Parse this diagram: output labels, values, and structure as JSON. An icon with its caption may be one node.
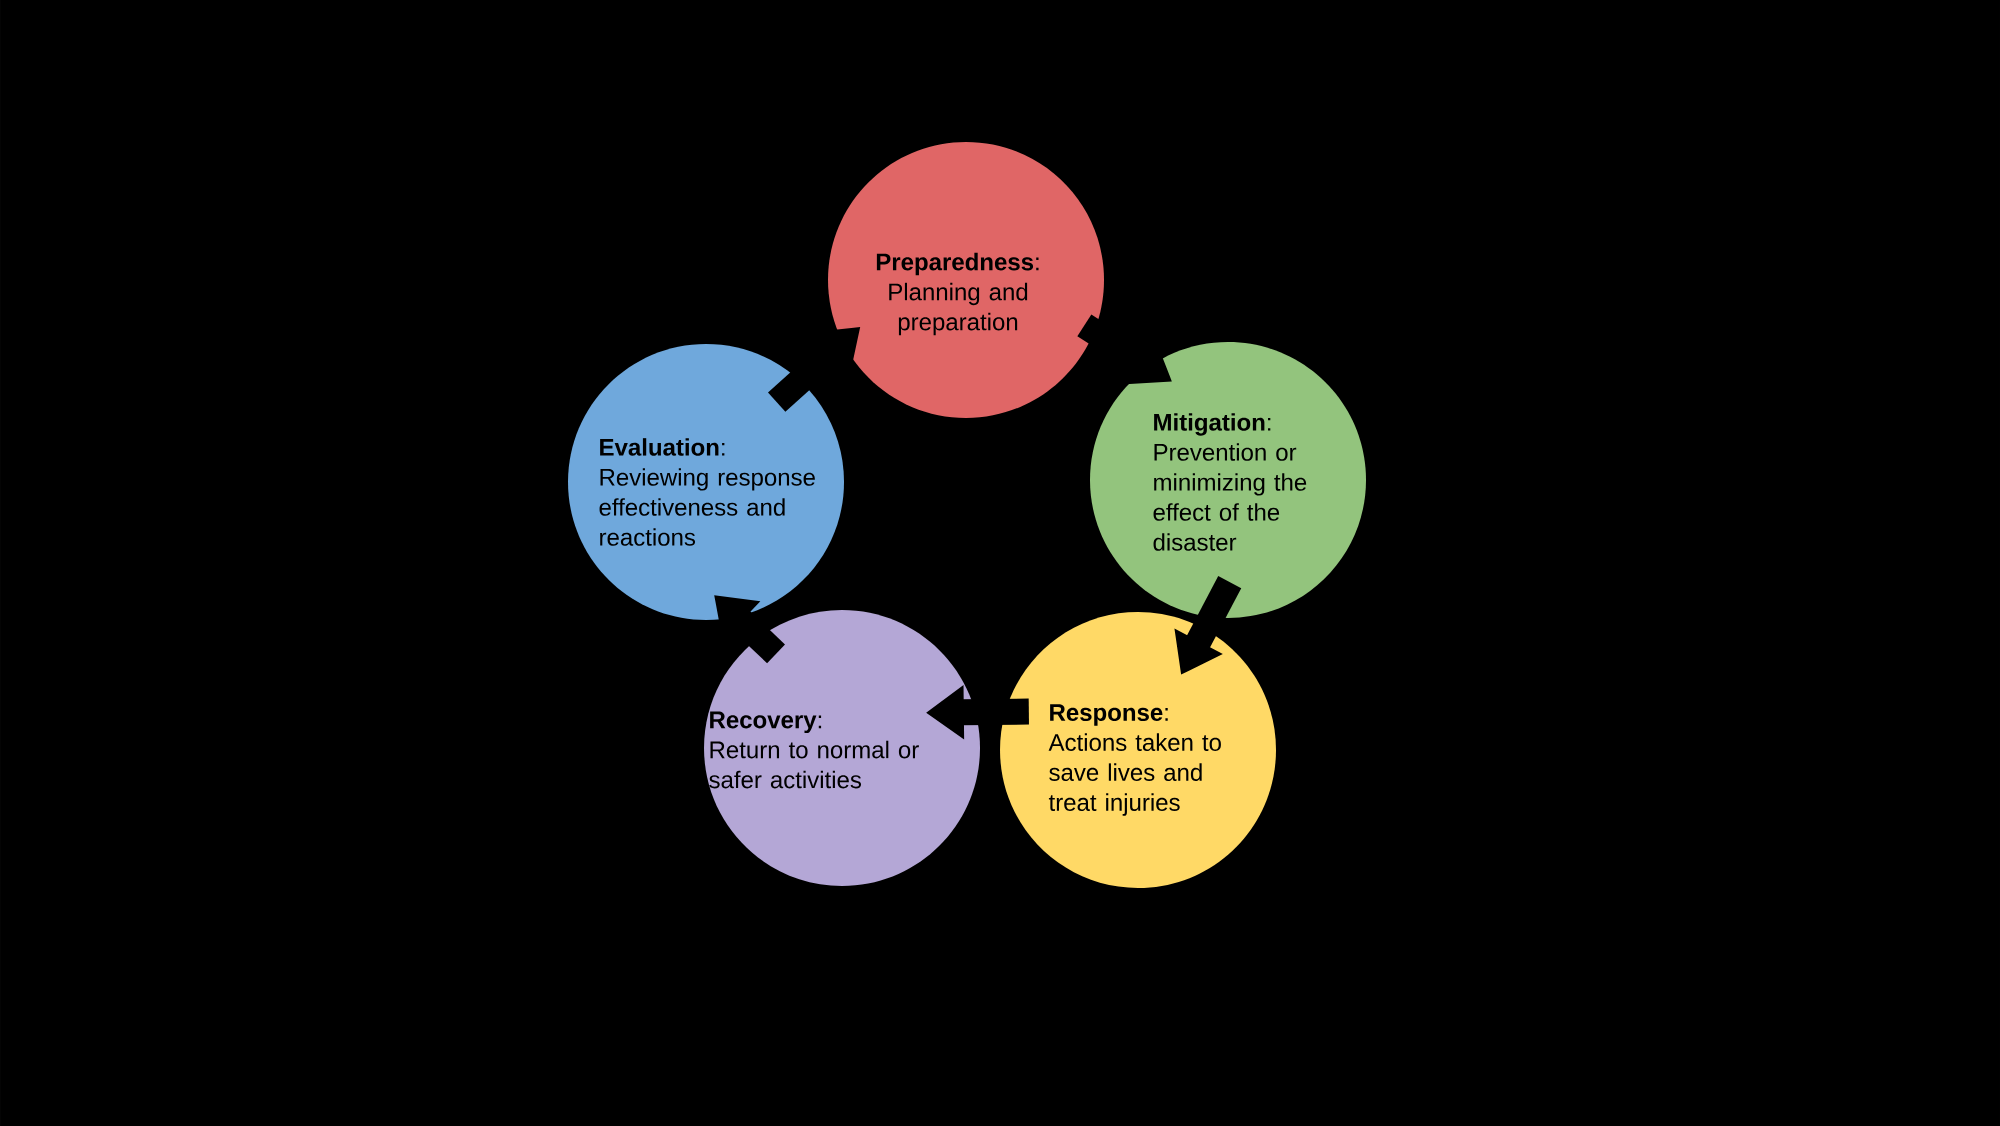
{
  "diagram": {
    "nodes": [
      {
        "text": [
          "**Preparedness**:",
          "Planning and preparation"
        ]
      },
      {
        "text": [
          "**Mitigation**:",
          "Prevention or minimizing the effect of the disaster"
        ]
      },
      {
        "text": [
          "**Response**:",
          "Actions taken to save lives and treat injuries"
        ]
      },
      {
        "text": [
          "**Recovery**:",
          "Return to normal or safer activities"
        ]
      },
      {
        "text": [
          "**Evaluation**:",
          "Reviewing response effectiveness and reactions"
        ]
      }
    ],
    "edges": [
      {
        "from": 0,
        "to": 1,
        "arrow": "to"
      },
      {
        "from": 1,
        "to": 2,
        "arrow": "to"
      },
      {
        "from": 2,
        "to": 3,
        "arrow": "to"
      },
      {
        "from": 3,
        "to": 4,
        "arrow": "to"
      },
      {
        "from": 4,
        "to": 0,
        "arrow": "to"
      }
    ]
  }
}
